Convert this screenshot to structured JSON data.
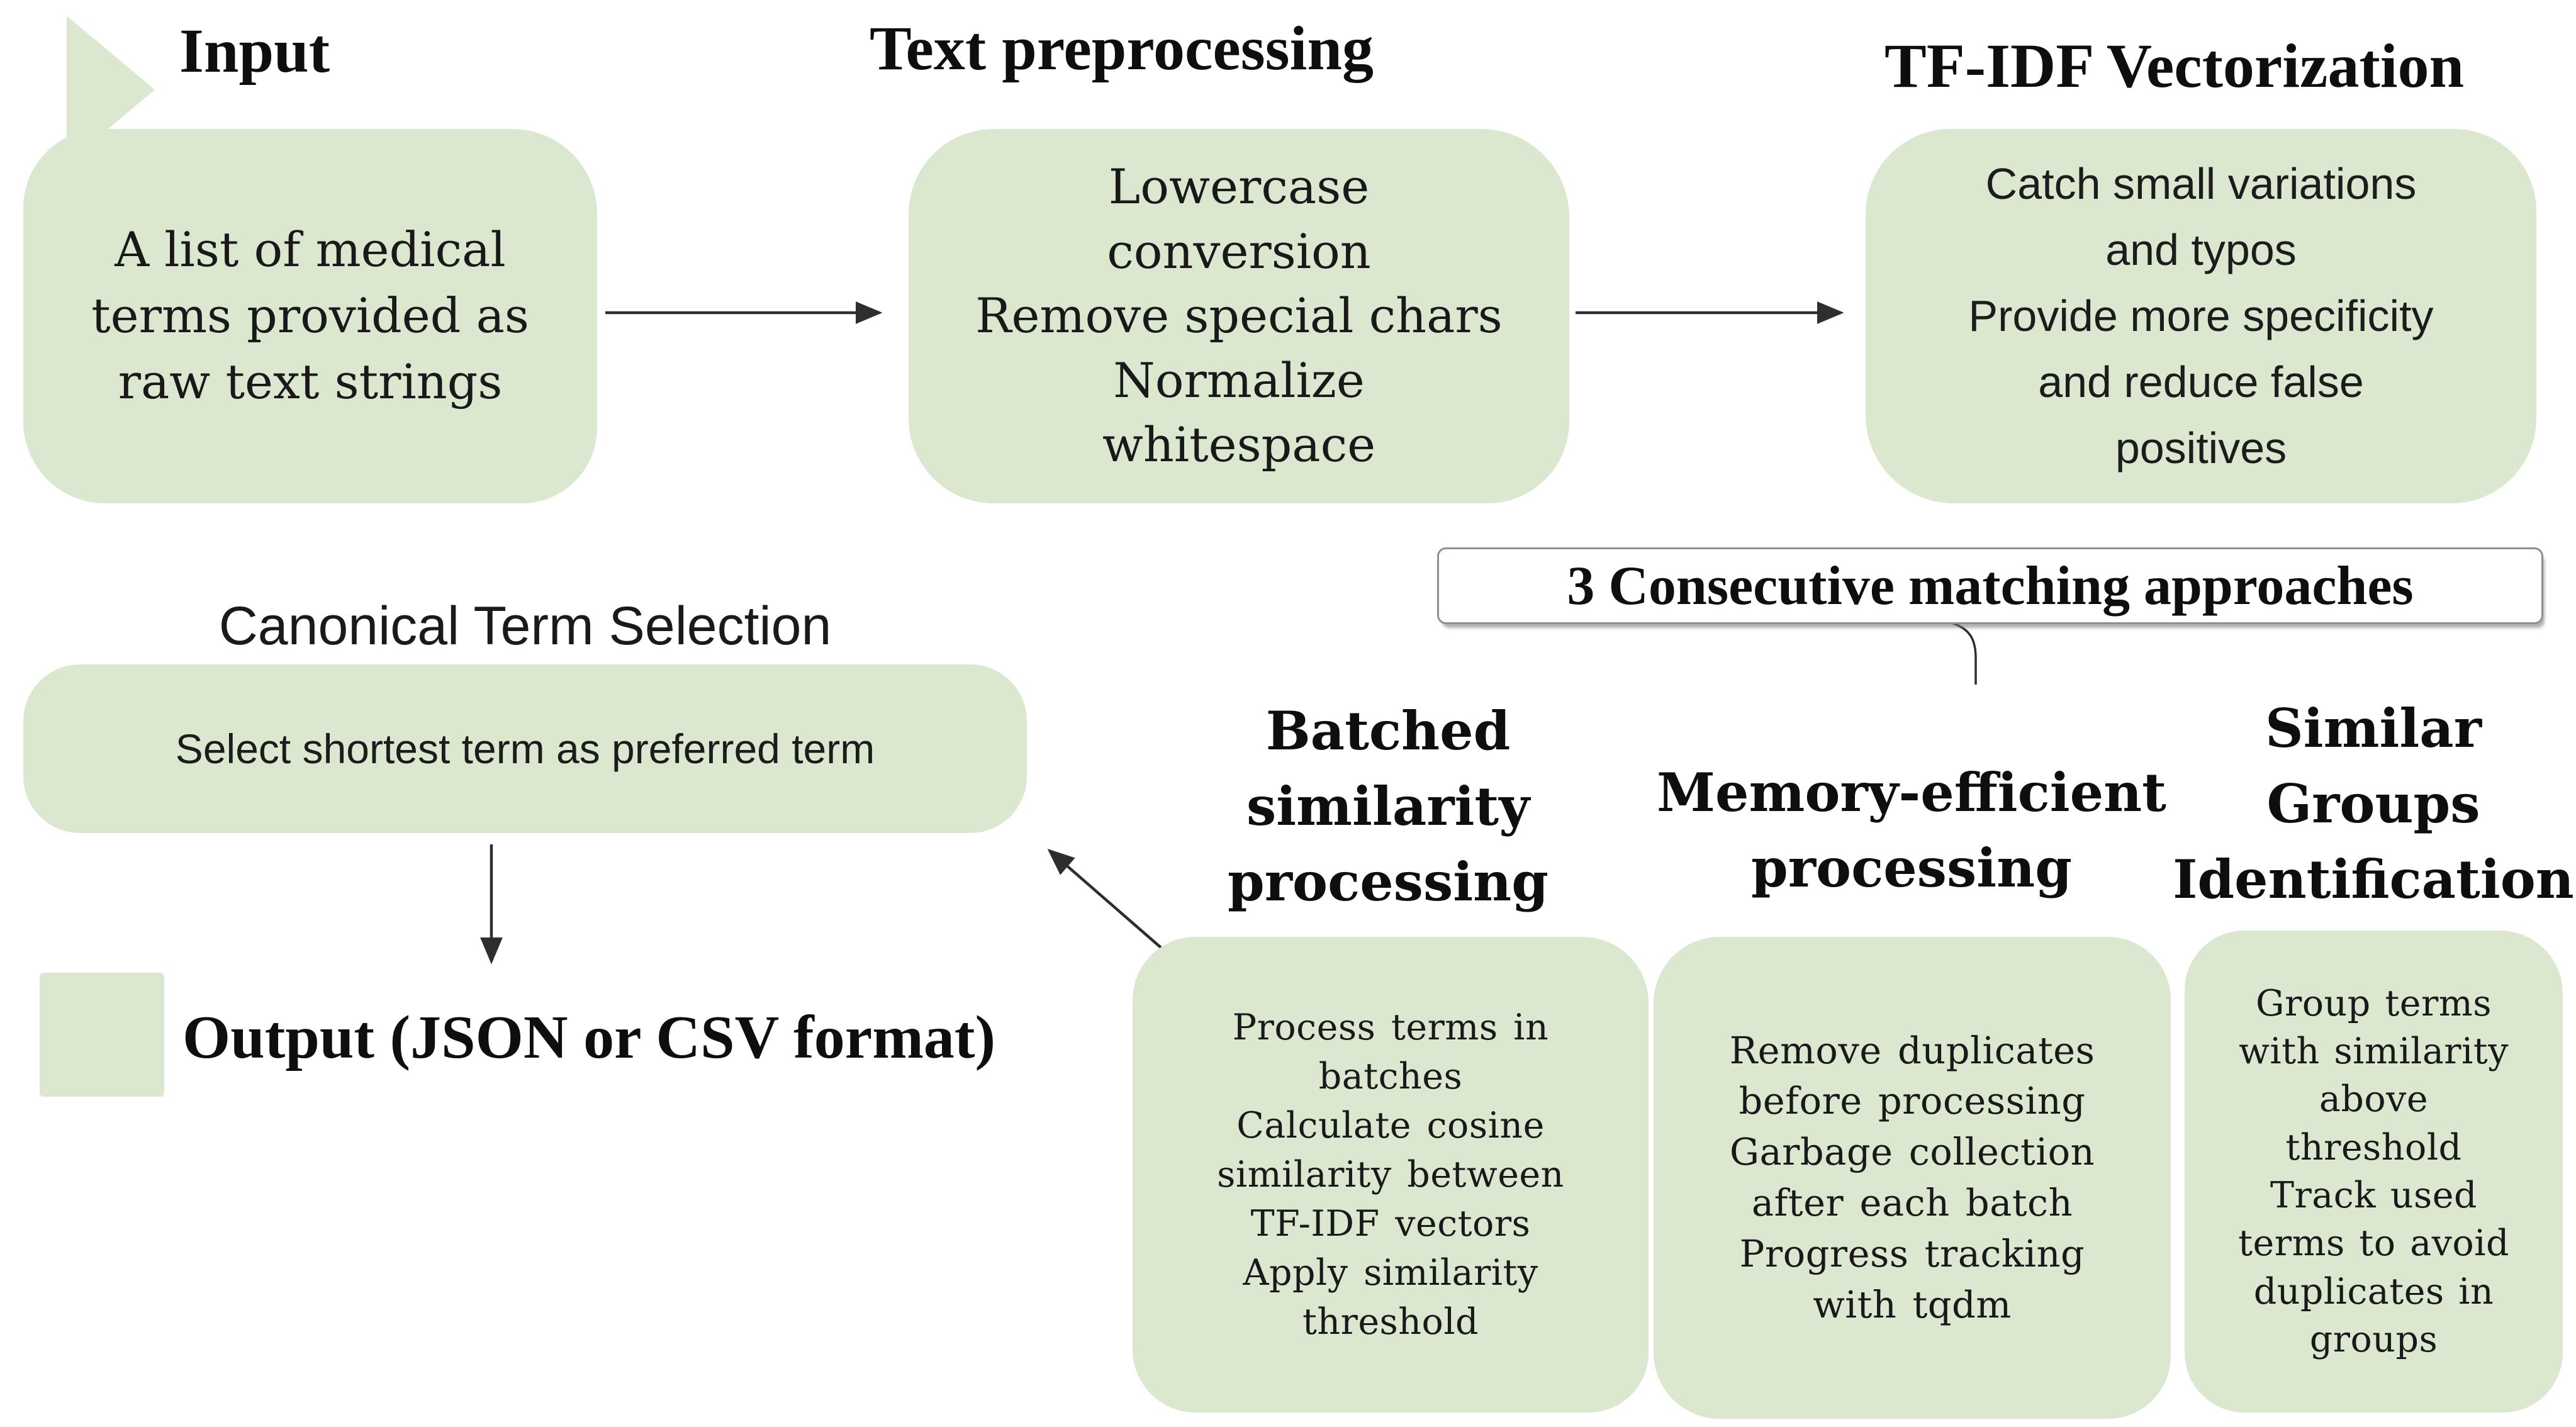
{
  "colors": {
    "box_fill": "#dbe8cf",
    "arrow_color": "#2e2e2e",
    "heading_text": "#0e0e0e",
    "body_text": "#191919",
    "label_border": "#8f8f8f"
  },
  "icons": {
    "input_marker": "triangle-right-icon",
    "output_marker": "square-icon"
  },
  "input": {
    "title": "Input",
    "body": "A list of medical\nterms provided as\nraw text strings"
  },
  "preprocessing": {
    "title": "Text preprocessing",
    "body": "Lowercase\nconversion\nRemove special chars\nNormalize\nwhitespace"
  },
  "tfidf": {
    "title": "TF-IDF Vectorization",
    "body": "Catch small variations\nand typos\nProvide more specificity\nand reduce false\npositives"
  },
  "approaches": {
    "label": "3 Consecutive matching approaches"
  },
  "canonical": {
    "title": "Canonical Term Selection",
    "body": "Select shortest term as preferred term"
  },
  "output": {
    "label": "Output (JSON or CSV format)"
  },
  "columns": [
    {
      "title": "Batched\nsimilarity\nprocessing",
      "body": "Process terms in\nbatches\nCalculate cosine\nsimilarity between\nTF-IDF vectors\nApply similarity\nthreshold"
    },
    {
      "title": "Memory-efficient\nprocessing",
      "body": "Remove duplicates\nbefore processing\nGarbage collection\nafter each batch\nProgress tracking\nwith tqdm"
    },
    {
      "title": "Similar\nGroups\nIdentification",
      "body": "Group terms\nwith similarity\nabove\nthreshold\nTrack used\nterms to avoid\nduplicates in\ngroups"
    }
  ]
}
